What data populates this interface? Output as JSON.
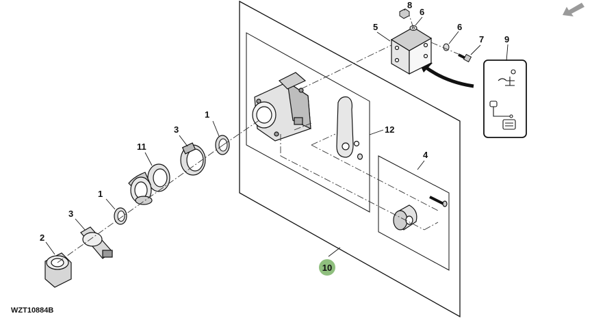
{
  "figure": {
    "id": "WZT10884B",
    "callouts": {
      "c1_upper": "1",
      "c1_lower": "1",
      "c2": "2",
      "c3_upper": "3",
      "c3_lower": "3",
      "c4": "4",
      "c5": "5",
      "c6_a": "6",
      "c6_b": "6",
      "c7": "7",
      "c8": "8",
      "c9": "9",
      "c10": "10",
      "c11": "11",
      "c12": "12"
    }
  },
  "navigation": {
    "icon": "arrow-left-down-icon"
  },
  "colors": {
    "line": "#111111",
    "badge": "#8fbf7e",
    "nav_arrow": "#9a9a9a"
  }
}
